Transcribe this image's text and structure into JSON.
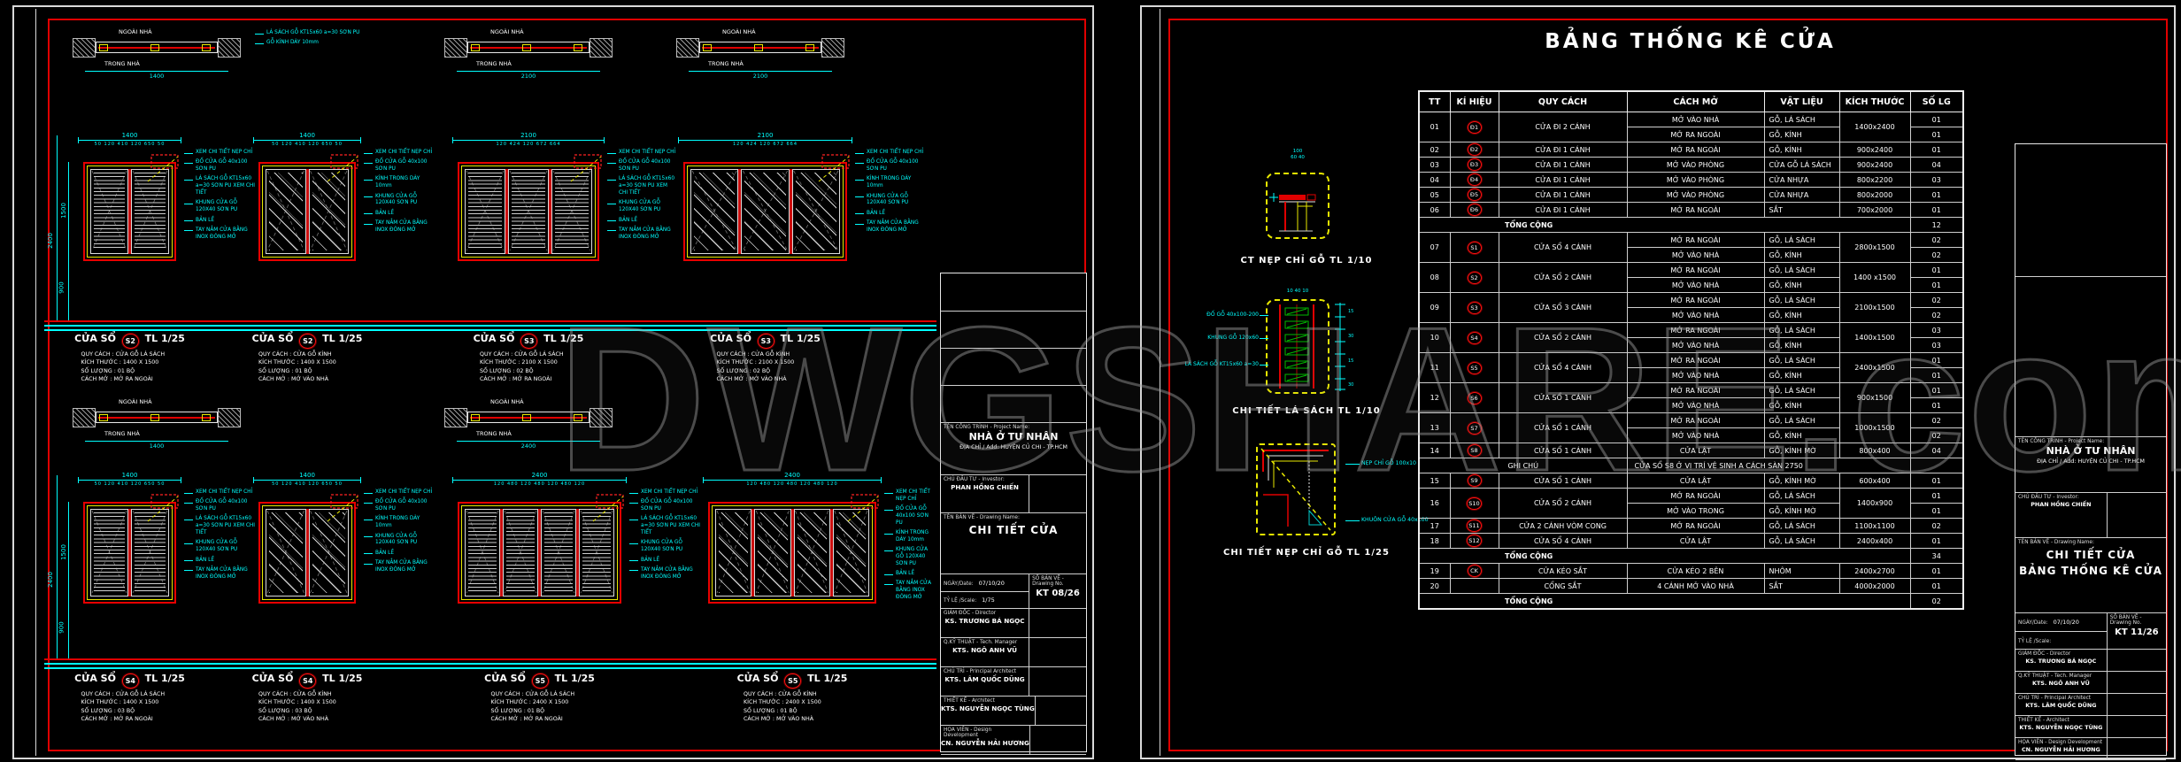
{
  "watermark": "DWGSHARE.com",
  "colors": {
    "background": "#000000",
    "line_red": "#e00000",
    "line_cyan": "#00ffff",
    "line_yellow": "#e8e800",
    "line_white": "#e8e8e8",
    "slat_green": "#00bb00",
    "watermark_grey": "#9a9a9a"
  },
  "staff": [
    [
      "GIÁM ĐỐC - Director",
      "KS. TRƯƠNG BÁ NGỌC"
    ],
    [
      "Q.KỸ THUẬT - Tech. Manager",
      "KTS. NGÔ ANH VŨ"
    ],
    [
      "CHỦ TRÌ - Principal Architect",
      "KTS. LÂM QUỐC DŨNG"
    ],
    [
      "THIẾT KẾ - Architect",
      "KTS. NGUYỄN NGỌC TÙNG"
    ],
    [
      "HỌA VIÊN - Design Development",
      "CN. NGUYỄN HẢI HƯƠNG"
    ]
  ],
  "left_sheet": {
    "side_dims": {
      "total": "2400",
      "window": "1500",
      "sill": "900"
    },
    "plan_section": {
      "outside": "NGOÀI NHÀ",
      "inside": "TRONG NHÀ",
      "note1": "LÁ SÁCH GỖ KT15x60 a=30 SƠN PU",
      "note2": "GỖ KÍNH DÀY 10mm"
    },
    "annotations_louver": [
      "XEM CHI TIẾT NẸP CHỈ",
      "ĐỐ CỬA GỖ 40x100 SƠN PU",
      "LÁ SÁCH GỖ KT15x60 a=30 SƠN PU XEM CHI TIẾT",
      "KHUNG CỬA GỖ 120X40 SƠN PU",
      "BẢN LỀ",
      "TAY NẮM CỬA BẰNG INOX ĐÓNG MỞ"
    ],
    "annotations_glass": [
      "XEM CHI TIẾT NẸP CHỈ",
      "ĐỐ CỬA GỖ 40x100 SƠN PU",
      "KÍNH TRONG DÀY 10mm",
      "KHUNG CỬA GỖ 120X40 SƠN PU",
      "BẢN LỀ",
      "TAY NẮM CỬA BẰNG INOX ĐÓNG MỞ"
    ],
    "windows": {
      "row1": [
        {
          "type": "louver",
          "leaves": 2,
          "width_dim": "1400",
          "segments": "50 120 410 120 650 50",
          "label": {
            "prefix": "CỬA SỔ",
            "sym": "S2",
            "scale": "TL 1/25",
            "specs": [
              "QUY CÁCH : CỬA GỖ LÁ SÁCH",
              "KÍCH THƯỚC : 1400 X 1500",
              "SỐ LƯỢNG : 01 BỘ",
              "CÁCH MỞ : MỞ RA NGOÀI"
            ]
          }
        },
        {
          "type": "glass",
          "leaves": 2,
          "width_dim": "1400",
          "segments": "50 120 410 120 650 50",
          "label": {
            "prefix": "CỬA SỔ",
            "sym": "S2",
            "scale": "TL 1/25",
            "specs": [
              "QUY CÁCH : CỬA GỖ KÍNH",
              "KÍCH THƯỚC : 1400 X 1500",
              "SỐ LƯỢNG : 01 BỘ",
              "CÁCH MỞ : MỞ VÀO NHÀ"
            ]
          }
        },
        {
          "type": "louver",
          "leaves": 3,
          "width_dim": "2100",
          "segments": "120 424 120 672 664",
          "label": {
            "prefix": "CỬA SỔ",
            "sym": "S3",
            "scale": "TL 1/25",
            "specs": [
              "QUY CÁCH : CỬA GỖ LÁ SÁCH",
              "KÍCH THƯỚC : 2100 X 1500",
              "SỐ LƯỢNG : 02 BỘ",
              "CÁCH MỞ : MỞ RA NGOÀI"
            ]
          }
        },
        {
          "type": "glass",
          "leaves": 3,
          "width_dim": "2100",
          "segments": "120 424 120 672 664",
          "label": {
            "prefix": "CỬA SỔ",
            "sym": "S3",
            "scale": "TL 1/25",
            "specs": [
              "QUY CÁCH : CỬA GỖ KÍNH",
              "KÍCH THƯỚC : 2100 X 1500",
              "SỐ LƯỢNG : 02 BỘ",
              "CÁCH MỞ : MỞ VÀO NHÀ"
            ]
          }
        }
      ],
      "row2": [
        {
          "type": "louver",
          "leaves": 2,
          "width_dim": "1400",
          "segments": "50 120 410 120 650 50",
          "label": {
            "prefix": "CỬA SỔ",
            "sym": "S4",
            "scale": "TL 1/25",
            "specs": [
              "QUY CÁCH : CỬA GỖ LÁ SÁCH",
              "KÍCH THƯỚC : 1400 X 1500",
              "SỐ LƯỢNG : 03 BỘ",
              "CÁCH MỞ : MỞ RA NGOÀI"
            ]
          }
        },
        {
          "type": "glass",
          "leaves": 2,
          "width_dim": "1400",
          "segments": "50 120 410 120 650 50",
          "label": {
            "prefix": "CỬA SỔ",
            "sym": "S4",
            "scale": "TL 1/25",
            "specs": [
              "QUY CÁCH : CỬA GỖ KÍNH",
              "KÍCH THƯỚC : 1400 X 1500",
              "SỐ LƯỢNG : 03 BỘ",
              "CÁCH MỞ : MỞ VÀO NHÀ"
            ]
          }
        },
        {
          "type": "louver",
          "leaves": 4,
          "width_dim": "2400",
          "segments": "120 480 120 480 120 480 120",
          "label": {
            "prefix": "CỬA SỔ",
            "sym": "S5",
            "scale": "TL 1/25",
            "specs": [
              "QUY CÁCH : CỬA GỖ LÁ SÁCH",
              "KÍCH THƯỚC : 2400 X 1500",
              "SỐ LƯỢNG : 01 BỘ",
              "CÁCH MỞ : MỞ RA NGOÀI"
            ]
          }
        },
        {
          "type": "glass",
          "leaves": 4,
          "width_dim": "2400",
          "segments": "120 480 120 480 120 480 120",
          "label": {
            "prefix": "CỬA SỔ",
            "sym": "S5",
            "scale": "TL 1/25",
            "specs": [
              "QUY CÁCH : CỬA GỖ KÍNH",
              "KÍCH THƯỚC : 2400 X 1500",
              "SỐ LƯỢNG : 01 BỘ",
              "CÁCH MỞ : MỞ VÀO NHÀ"
            ]
          }
        }
      ]
    },
    "title_block": {
      "project_label": "TÊN CÔNG TRÌNH - Project Name:",
      "project": "NHÀ Ở TƯ NHÂN",
      "address": "ĐỊA CHỈ / Add: HUYỆN CỦ CHI - TP.HCM",
      "investor_label": "CHỦ ĐẦU TƯ - Investor:",
      "investor": "PHAN HỒNG CHIẾN",
      "drawing_label": "TÊN BẢN VẼ - Drawing Name:",
      "drawing_lines": [
        "CHI TIẾT CỬA"
      ],
      "date_label": "NGÀY/Date:",
      "date": "07/10/20",
      "scale_label": "TỶ LỆ /Scale:",
      "scale": "1/75",
      "no_label": "SỐ BẢN VẼ - Drawing No.",
      "no": "KT 08/26"
    }
  },
  "right_sheet": {
    "title": "BẢNG THỐNG KÊ CỬA",
    "details": [
      {
        "label": "CT NẸP CHỈ GỖ TL 1/10",
        "dims": "100",
        "dims2": "60  40"
      },
      {
        "label": "CHI TIẾT LÁ SÁCH TL 1/10",
        "top_dim": "10 40 10",
        "notes": [
          "ĐỐ GỖ 40x100-200",
          "KHUNG GỖ 120x60",
          "LÁ SÁCH GỖ KT15x60 a=30"
        ]
      },
      {
        "label": "CHI TIẾT NẸP CHỈ GỖ TL 1/25",
        "notes": [
          "NẸP CHỈ GỖ 100x10",
          "KHUÔN CỬA GỖ 40x100"
        ]
      }
    ],
    "schedule": {
      "columns": [
        "TT",
        "KÍ HIỆU",
        "QUY CÁCH",
        "CÁCH MỞ",
        "VẬT LIỆU",
        "KÍCH THƯỚC",
        "SỐ LG"
      ],
      "rows": [
        {
          "tt": "01",
          "sym": "Đ1",
          "name": "CỬA ĐI 2 CÁNH",
          "size": "1400x2400",
          "subs": [
            [
              "MỞ VÀO NHÀ",
              "GỖ, LÁ SÁCH",
              "01"
            ],
            [
              "MỞ RA NGOÀI",
              "GỖ, KÍNH",
              "01"
            ]
          ]
        },
        {
          "tt": "02",
          "sym": "Đ2",
          "name": "CỬA ĐI 1 CÁNH",
          "size": "900x2400",
          "subs": [
            [
              "MỞ RA NGOÀI",
              "GỖ, KÍNH",
              "01"
            ]
          ]
        },
        {
          "tt": "03",
          "sym": "Đ3",
          "name": "CỬA ĐI 1 CÁNH",
          "size": "900x2400",
          "subs": [
            [
              "MỞ VÀO PHÒNG",
              "CỬA GỖ LÁ SÁCH",
              "04"
            ]
          ]
        },
        {
          "tt": "04",
          "sym": "Đ4",
          "name": "CỬA ĐI 1 CÁNH",
          "size": "800x2200",
          "subs": [
            [
              "MỞ VÀO PHÒNG",
              "CỬA NHỰA",
              "03"
            ]
          ]
        },
        {
          "tt": "05",
          "sym": "Đ5",
          "name": "CỬA ĐI 1 CÁNH",
          "size": "800x2000",
          "subs": [
            [
              "MỞ VÀO PHÒNG",
              "CỬA NHỰA",
              "01"
            ]
          ]
        },
        {
          "tt": "06",
          "sym": "Đ6",
          "name": "CỬA ĐI 1 CÁNH",
          "size": "700x2000",
          "subs": [
            [
              "MỞ RA NGOÀI",
              "SẮT",
              "01"
            ]
          ]
        },
        {
          "type": "total",
          "label": "TỔNG CỘNG",
          "qty": "12"
        },
        {
          "tt": "07",
          "sym": "S1",
          "name": "CỬA SỔ 4 CÁNH",
          "size": "2800x1500",
          "subs": [
            [
              "MỞ RA NGOÀI",
              "GỖ, LÁ SÁCH",
              "02"
            ],
            [
              "MỞ VÀO NHÀ",
              "GỖ, KÍNH",
              "02"
            ]
          ]
        },
        {
          "tt": "08",
          "sym": "S2",
          "name": "CỬA SỔ 2 CÁNH",
          "size": "1400 x1500",
          "subs": [
            [
              "MỞ RA NGOÀI",
              "GỖ, LÁ SÁCH",
              "01"
            ],
            [
              "MỞ VÀO NHÀ",
              "GỖ, KÍNH",
              "01"
            ]
          ]
        },
        {
          "tt": "09",
          "sym": "S3",
          "name": "CỬA SỔ 3 CÁNH",
          "size": "2100x1500",
          "subs": [
            [
              "MỞ RA NGOÀI",
              "GỖ, LÁ SÁCH",
              "02"
            ],
            [
              "MỞ VÀO NHÀ",
              "GỖ, KÍNH",
              "02"
            ]
          ]
        },
        {
          "tt": "10",
          "sym": "S4",
          "name": "CỬA SỔ 2 CÁNH",
          "size": "1400x1500",
          "subs": [
            [
              "MỞ RA NGOÀI",
              "GỖ, LÁ SÁCH",
              "03"
            ],
            [
              "MỞ VÀO NHÀ",
              "GỖ, KÍNH",
              "03"
            ]
          ]
        },
        {
          "tt": "11",
          "sym": "S5",
          "name": "CỬA SỔ 4 CÁNH",
          "size": "2400x1500",
          "subs": [
            [
              "MỞ RA NGOÀI",
              "GỖ, LÁ SÁCH",
              "01"
            ],
            [
              "MỞ VÀO NHÀ",
              "GỖ, KÍNH",
              "01"
            ]
          ]
        },
        {
          "tt": "12",
          "sym": "S6",
          "name": "CỬA SỔ 1 CÁNH",
          "size": "900x1500",
          "subs": [
            [
              "MỞ RA NGOÀI",
              "GỖ, LÁ SÁCH",
              "01"
            ],
            [
              "MỞ VÀO NHÀ",
              "GỖ, KÍNH",
              "01"
            ]
          ]
        },
        {
          "tt": "13",
          "sym": "S7",
          "name": "CỬA SỔ 1 CÁNH",
          "size": "1000x1500",
          "subs": [
            [
              "MỞ RA NGOÀI",
              "GỖ, LÁ SÁCH",
              "02"
            ],
            [
              "MỞ VÀO NHÀ",
              "GỖ, KÍNH",
              "02"
            ]
          ]
        },
        {
          "tt": "14",
          "sym": "S8",
          "name": "CỬA SỔ 1 CÁNH",
          "size": "800x400",
          "subs": [
            [
              "CỬA LẬT",
              "GỖ, KÍNH MỜ",
              "04"
            ]
          ]
        },
        {
          "type": "note",
          "label": "GHI CHÚ",
          "text": "CỬA SỔ S8 Ở VỊ TRÍ VỆ SINH A CÁCH SÀN 2750"
        },
        {
          "tt": "15",
          "sym": "S9",
          "name": "CỬA SỔ 1 CÁNH",
          "size": "600x400",
          "subs": [
            [
              "CỬA LẬT",
              "GỖ, KÍNH MỜ",
              "01"
            ]
          ]
        },
        {
          "tt": "16",
          "sym": "S10",
          "name": "CỬA SỔ 2 CÁNH",
          "size": "1400x900",
          "subs": [
            [
              "MỞ RA NGOÀI",
              "GỖ, LÁ SÁCH",
              "01"
            ],
            [
              "MỞ VÀO TRONG",
              "GỖ, KÍNH MỜ",
              "01"
            ]
          ]
        },
        {
          "tt": "17",
          "sym": "S11",
          "name": "CỬA 2 CÁNH VÒM CONG",
          "size": "1100x1100",
          "subs": [
            [
              "MỞ RA NGOÀI",
              "GỖ, LÁ SÁCH",
              "02"
            ]
          ]
        },
        {
          "tt": "18",
          "sym": "S12",
          "name": "CỬA SỔ 4 CÁNH",
          "size": "2400x400",
          "subs": [
            [
              "CỬA LẬT",
              "GỖ, LÁ SÁCH",
              "01"
            ]
          ]
        },
        {
          "type": "total",
          "label": "TỔNG CỘNG",
          "qty": "34"
        },
        {
          "tt": "19",
          "sym": "CK",
          "name": "CỬA KÉO SẮT",
          "size": "2400x2700",
          "subs": [
            [
              "CỬA KÉO 2 BÊN",
              "NHÔM",
              "01"
            ]
          ]
        },
        {
          "tt": "20",
          "sym": "",
          "name": "CỔNG SẮT",
          "size": "4000x2000",
          "subs": [
            [
              "4 CÁNH MỞ VÀO NHÀ",
              "SẮT",
              "01"
            ]
          ]
        },
        {
          "type": "total",
          "label": "TỔNG CỘNG",
          "qty": "02"
        }
      ]
    },
    "title_block": {
      "project_label": "TÊN CÔNG TRÌNH - Project Name:",
      "project": "NHÀ Ở TƯ NHÂN",
      "address": "ĐỊA CHỈ / Add: HUYỆN CỦ CHI - TP.HCM",
      "investor_label": "CHỦ ĐẦU TƯ - Investor:",
      "investor": "PHAN HỒNG CHIẾN",
      "drawing_label": "TÊN BẢN VẼ - Drawing Name:",
      "drawing_lines": [
        "CHI TIẾT CỬA",
        "BẢNG THỐNG KÊ CỬA"
      ],
      "date_label": "NGÀY/Date:",
      "date": "07/10/20",
      "scale_label": "TỶ LỆ /Scale:",
      "scale": "",
      "no_label": "SỐ BẢN VẼ - Drawing No.",
      "no": "KT 11/26"
    }
  }
}
